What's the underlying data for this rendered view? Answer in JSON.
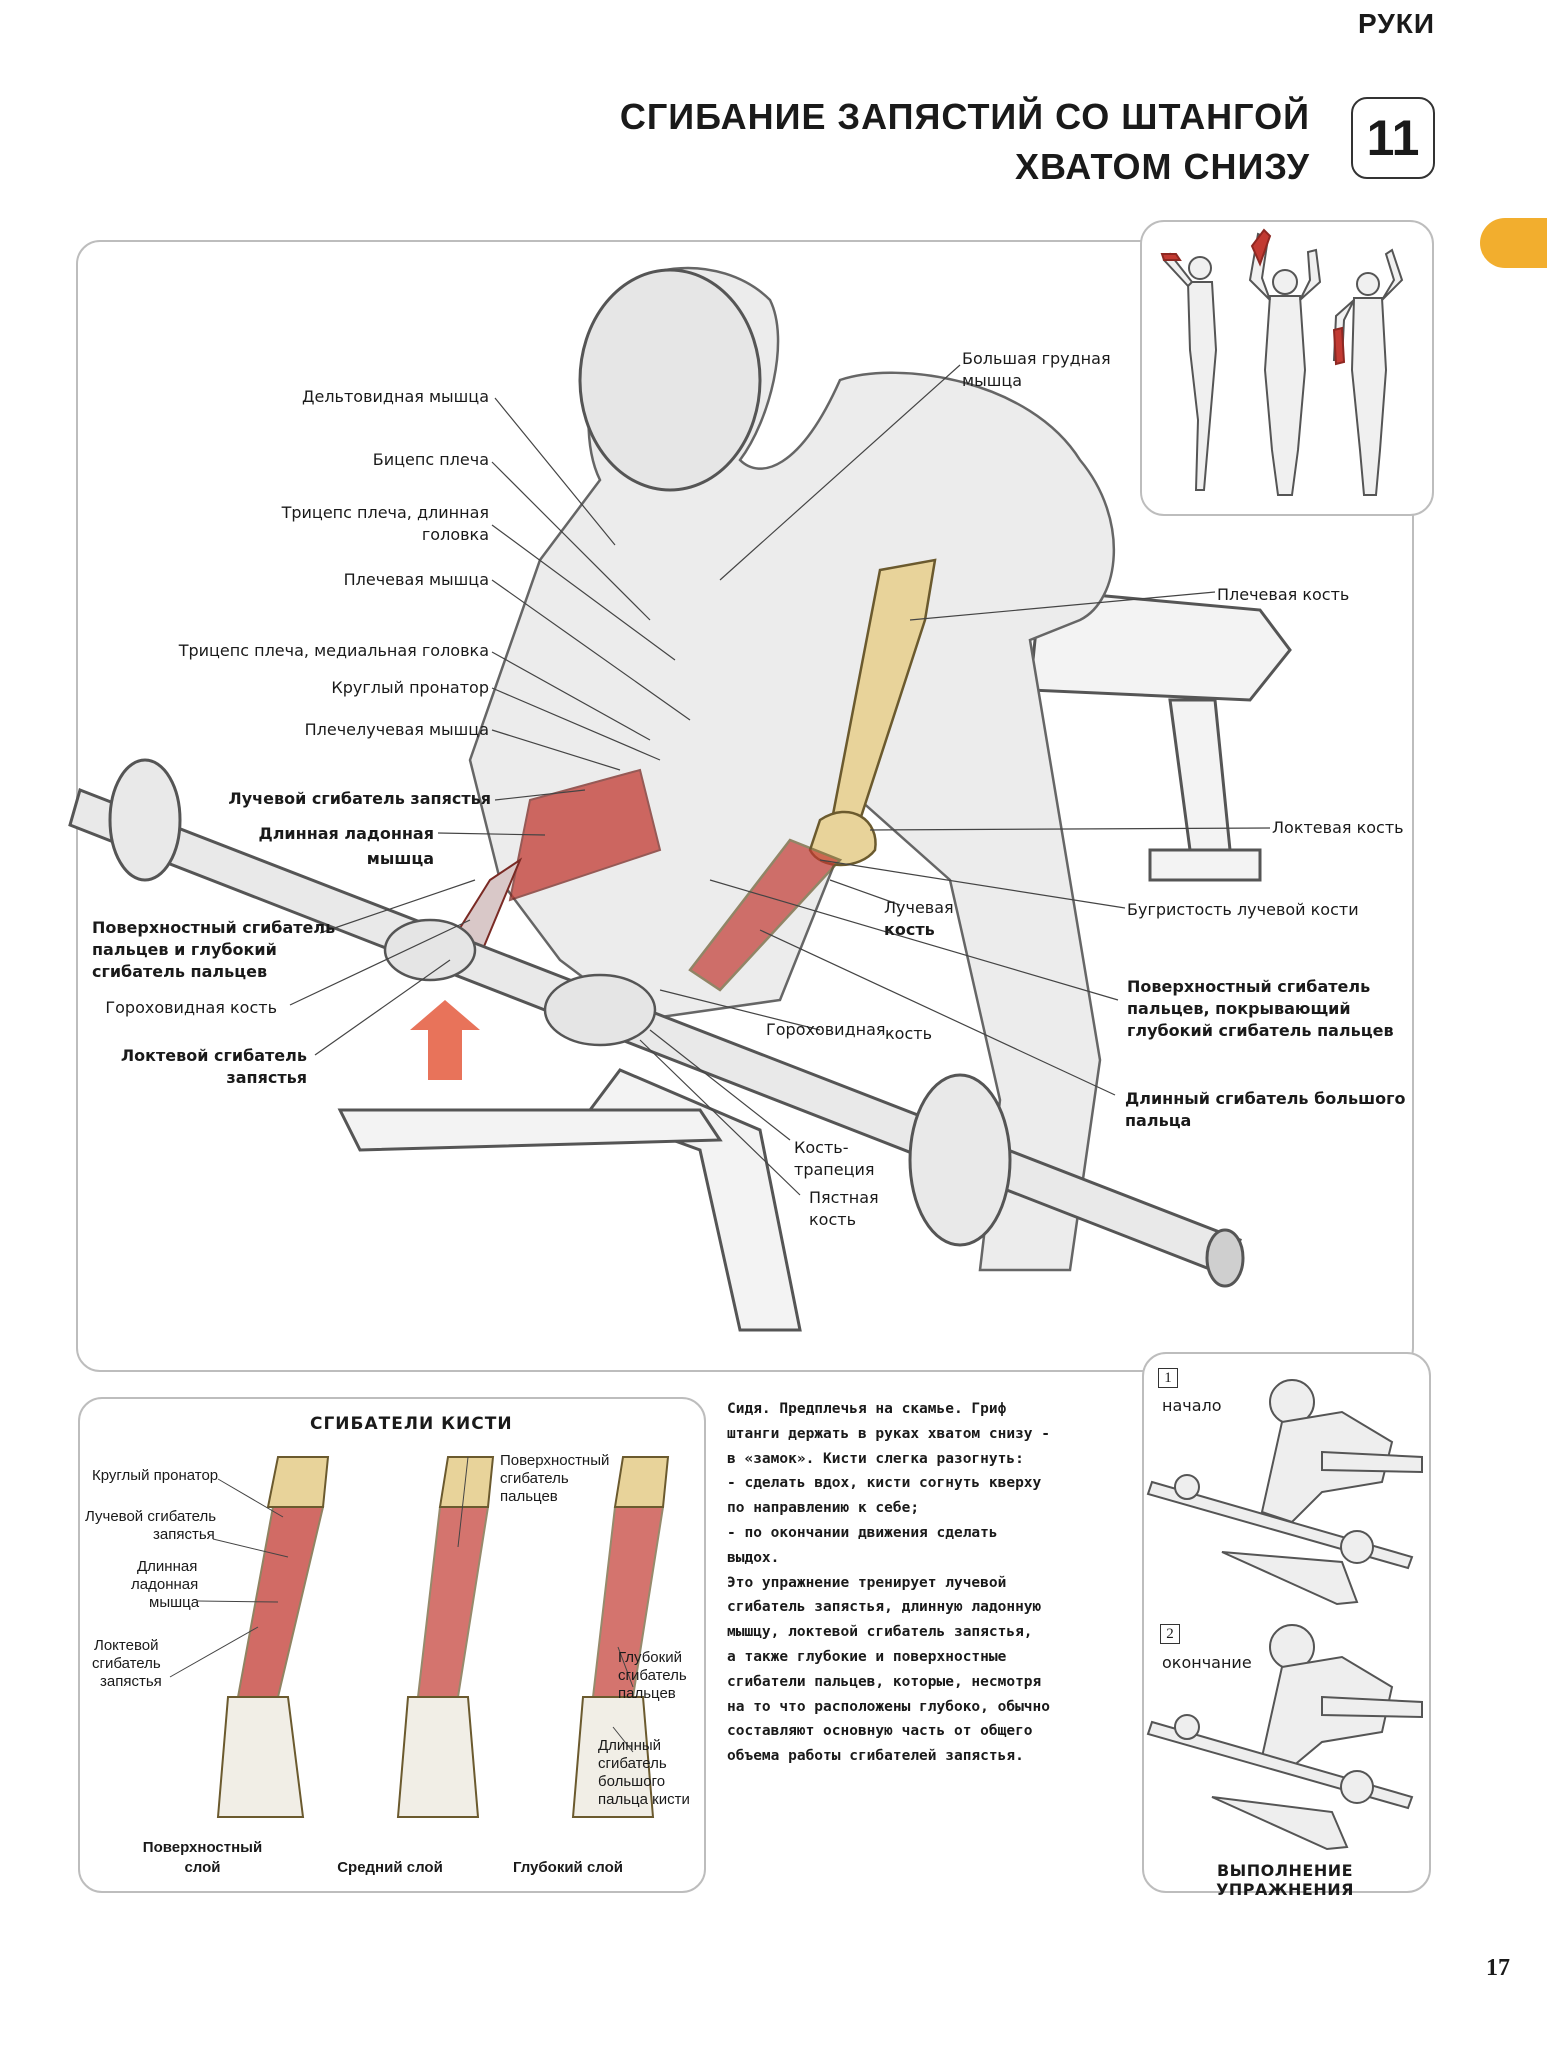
{
  "header": {
    "section": "РУКИ",
    "title_line1": "СГИБАНИЕ ЗАПЯСТИЙ СО ШТАНГОЙ",
    "title_line2": "ХВАТОМ СНИЗУ",
    "exercise_number": "11"
  },
  "main_labels": {
    "deltoid": "Дельтовидная мышца",
    "biceps": "Бицепс плеча",
    "triceps_long_1": "Трицепс плеча, длинная",
    "triceps_long_2": "головка",
    "brachialis": "Плечевая мышца",
    "triceps_medial": "Трицепс плеча, медиальная головка",
    "pronator": "Круглый пронатор",
    "brachioradialis": "Плечелучевая мышца",
    "fcr": "Лучевой сгибатель запястья",
    "palmaris_1": "Длинная ладонная",
    "palmaris_2": "мышца",
    "fds_1": "Поверхностный сгибатель",
    "fds_2": "пальцев и глубокий",
    "fds_3": "сгибатель пальцев",
    "pisiform_left": "Гороховидная кость",
    "fcu_1": "Локтевой сгибатель",
    "fcu_2": "запястья",
    "pectoralis_1": "Большая грудная",
    "pectoralis_2": "мышца",
    "humerus": "Плечевая кость",
    "ulna": "Локтевая кость",
    "radius_1": "Лучевая",
    "radius_2": "кость",
    "radial_tuberosity": "Бугристость лучевой кости",
    "fds_cover_1": "Поверхностный сгибатель",
    "fds_cover_2": "пальцев, покрывающий",
    "fds_cover_3": "глубокий сгибатель пальцев",
    "pisiform_right_a": "Гороховидная",
    "pisiform_right_b": "кость",
    "fpl_1": "Длинный сгибатель большого",
    "fpl_2": "пальца",
    "trapezium_1": "Кость-",
    "trapezium_2": "трапеция",
    "metacarpal_1": "Пястная",
    "metacarpal_2": "кость"
  },
  "flexors": {
    "title": "СГИБАТЕЛИ КИСТИ",
    "labels": {
      "pronator": "Круглый пронатор",
      "fcr_1": "Лучевой сгибатель",
      "fcr_2": "запястья",
      "palmaris_1": "Длинная",
      "palmaris_2": "ладонная",
      "palmaris_3": "мышца",
      "fcu_1": "Локтевой",
      "fcu_2": "сгибатель",
      "fcu_3": "запястья",
      "fds_1": "Поверхностный",
      "fds_2": "сгибатель",
      "fds_3": "пальцев",
      "fdp_1": "Глубокий",
      "fdp_2": "сгибатель",
      "fdp_3": "пальцев",
      "fpl_1": "Длинный",
      "fpl_2": "сгибатель",
      "fpl_3": "большого",
      "fpl_4": "пальца кисти"
    },
    "captions": {
      "superficial_1": "Поверхностный",
      "superficial_2": "слой",
      "middle": "Средний слой",
      "deep": "Глубокий слой"
    }
  },
  "description": {
    "line1": "Сидя. Предплечья на скамье. Гриф",
    "line2": "штанги держать в руках хватом снизу -",
    "line3": "в «замок». Кисти слегка разогнуть:",
    "line4": "-  сделать вдох, кисти согнуть кверху",
    "line5": "по направлению к себе;",
    "line6": "-  по окончании движения сделать",
    "line7": "выдох.",
    "line8": "Это упражнение тренирует лучевой",
    "line9": "сгибатель запястья, длинную ладонную",
    "line10": "мышцу, локтевой сгибатель запястья,",
    "line11": "а также глубокие и поверхностные",
    "line12": "сгибатели пальцев, которые, несмотря",
    "line13": "на то что расположены глубоко, обычно",
    "line14": "составляют основную часть от общего",
    "line15": "объема работы сгибателей запястья."
  },
  "steps": {
    "step1_num": "1",
    "step1_label": "начало",
    "step2_num": "2",
    "step2_label": "окончание",
    "caption": "ВЫПОЛНЕНИЕ УПРАЖНЕНИЯ"
  },
  "page_number": "17",
  "colors": {
    "accent_tab": "#f2ae2e",
    "muscle_red": "#c23a32",
    "bone": "#e8d39a",
    "arrow": "#e8735a"
  }
}
